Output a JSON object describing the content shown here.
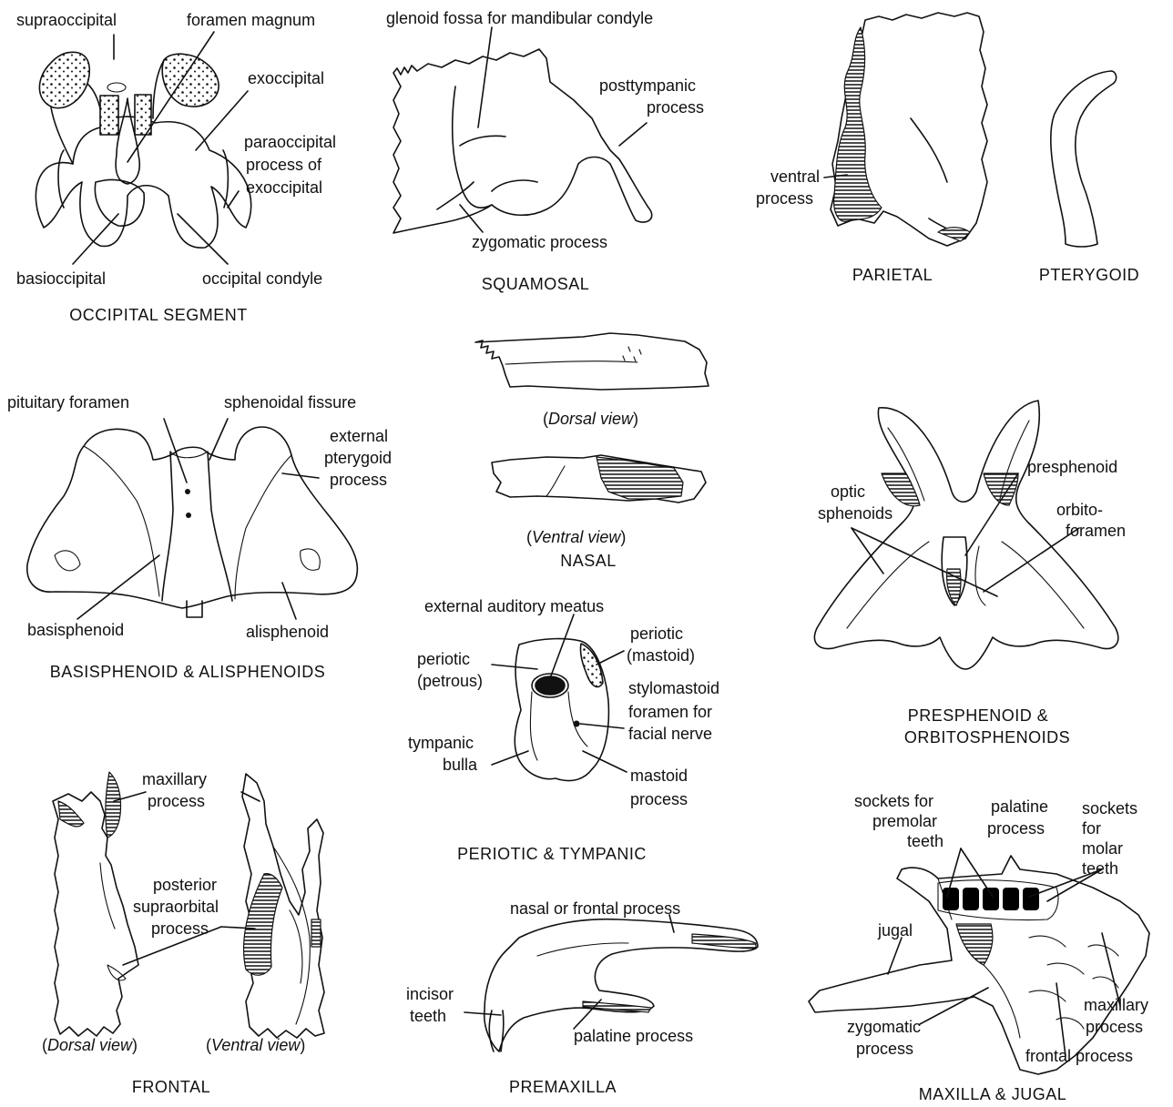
{
  "figures": {
    "occipital": {
      "title": "OCCIPITAL SEGMENT",
      "labels": {
        "supraoccipital": "supraoccipital",
        "foramen_magnum": "foramen magnum",
        "exoccipital": "exoccipital",
        "paraoccipital_1": "paraoccipital",
        "paraoccipital_2": "process of",
        "paraoccipital_3": "exoccipital",
        "basioccipital": "basioccipital",
        "occipital_condyle": "occipital condyle"
      }
    },
    "squamosal": {
      "title": "SQUAMOSAL",
      "labels": {
        "glenoid": "glenoid fossa for mandibular condyle",
        "posttympanic_1": "posttympanic",
        "posttympanic_2": "process",
        "zygomatic": "zygomatic process"
      }
    },
    "parietal": {
      "title": "PARIETAL",
      "labels": {
        "ventral_1": "ventral",
        "ventral_2": "process"
      }
    },
    "pterygoid": {
      "title": "PTERYGOID"
    },
    "nasal": {
      "title": "NASAL",
      "dorsal_open": "(",
      "dorsal_view": "Dorsal view",
      "dorsal_close": ")",
      "ventral_open": "(",
      "ventral_view": "Ventral view",
      "ventral_close": ")"
    },
    "basisphenoid": {
      "title": "BASISPHENOID & ALISPHENOIDS",
      "labels": {
        "pituitary": "pituitary foramen",
        "sphenoidal": "sphenoidal fissure",
        "external_1": "external",
        "external_2": "pterygoid",
        "external_3": "process",
        "basisphenoid": "basisphenoid",
        "alisphenoid": "alisphenoid"
      }
    },
    "presphenoid": {
      "title_1": "PRESPHENOID &",
      "title_2": "ORBITOSPHENOIDS",
      "labels": {
        "presphenoid": "presphenoid",
        "optic_1": "optic",
        "optic_2": "sphenoids",
        "orbito_1": "orbito-",
        "orbito_2": "foramen"
      }
    },
    "periotic": {
      "title": "PERIOTIC & TYMPANIC",
      "labels": {
        "ext_meatus": "external auditory meatus",
        "periotic_petrous_1": "periotic",
        "periotic_petrous_2": "(petrous)",
        "periotic_mastoid_1": "periotic",
        "periotic_mastoid_2": "(mastoid)",
        "stylo_1": "stylomastoid",
        "stylo_2": "foramen for",
        "stylo_3": "facial nerve",
        "tympanic_1": "tympanic",
        "tympanic_2": "bulla",
        "mastoid_1": "mastoid",
        "mastoid_2": "process"
      }
    },
    "frontal": {
      "title": "FRONTAL",
      "dorsal_open": "(",
      "dorsal_view": "Dorsal view",
      "dorsal_close": ")",
      "ventral_open": "(",
      "ventral_view": "Ventral view",
      "ventral_close": ")",
      "labels": {
        "maxillary_1": "maxillary",
        "maxillary_2": "process",
        "posterior_1": "posterior",
        "posterior_2": "supraorbital",
        "posterior_3": "process"
      }
    },
    "premaxilla": {
      "title": "PREMAXILLA",
      "labels": {
        "nasal_frontal": "nasal or frontal process",
        "incisor_1": "incisor",
        "incisor_2": "teeth",
        "palatine": "palatine process"
      }
    },
    "maxilla": {
      "title": "MAXILLA & JUGAL",
      "labels": {
        "premolar_1": "sockets for",
        "premolar_2": "premolar",
        "premolar_3": "teeth",
        "palatine_1": "palatine",
        "palatine_2": "process",
        "molar_1": "sockets",
        "molar_2": "for",
        "molar_3": "molar",
        "molar_4": "teeth",
        "jugal": "jugal",
        "zygomatic_1": "zygomatic",
        "zygomatic_2": "process",
        "maxillary_1": "maxillary",
        "maxillary_2": "process",
        "frontal": "frontal process"
      }
    }
  }
}
